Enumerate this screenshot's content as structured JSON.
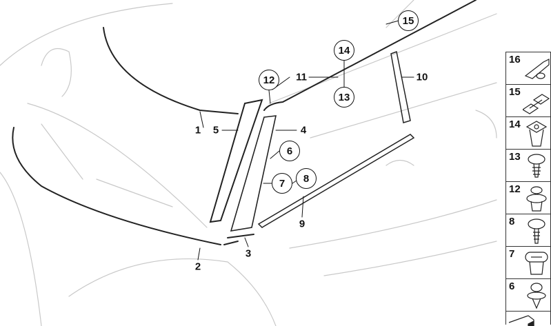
{
  "callouts_plain": [
    "1",
    "2",
    "3",
    "4",
    "5",
    "9",
    "10",
    "11"
  ],
  "callouts_circled": [
    "6",
    "7",
    "8",
    "12",
    "13",
    "14",
    "15"
  ],
  "parts_column": [
    {
      "number": "16",
      "icon": "bracket-clip-icon"
    },
    {
      "number": "15",
      "icon": "double-clip-icon"
    },
    {
      "number": "14",
      "icon": "square-nut-clip-icon"
    },
    {
      "number": "13",
      "icon": "screw-icon"
    },
    {
      "number": "12",
      "icon": "expanding-rivet-icon"
    },
    {
      "number": "8",
      "icon": "washer-screw-icon"
    },
    {
      "number": "7",
      "icon": "oval-grommet-icon"
    },
    {
      "number": "6",
      "icon": "push-rivet-icon"
    }
  ]
}
